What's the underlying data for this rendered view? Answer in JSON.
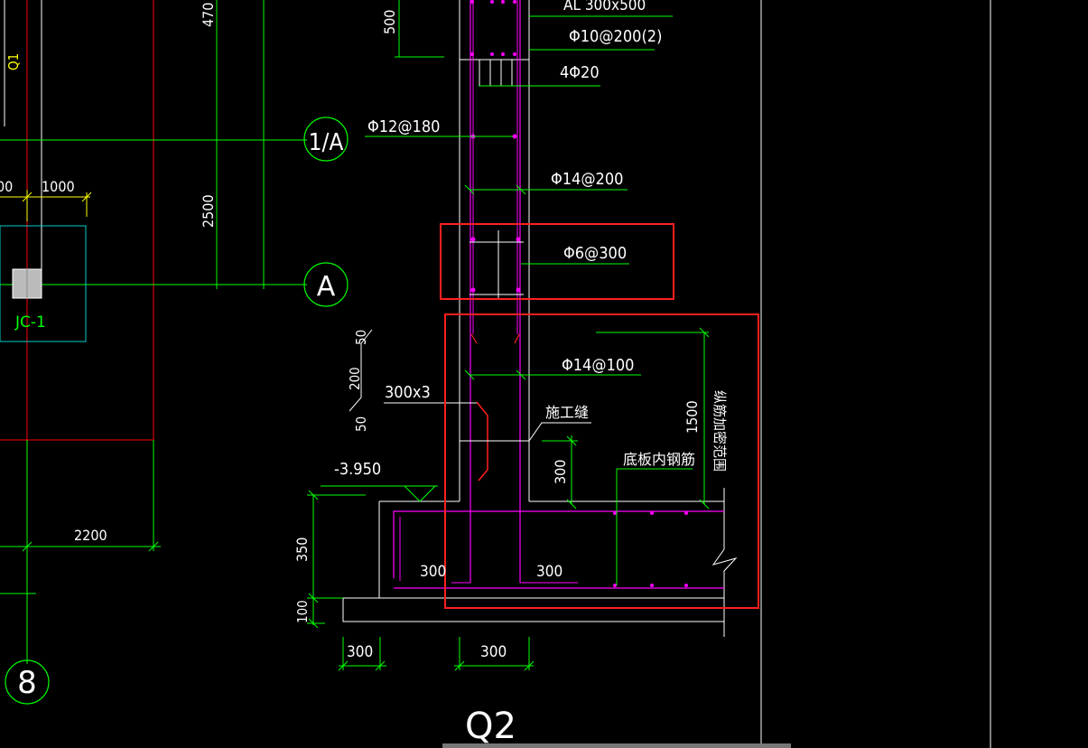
{
  "colors": {
    "background": "#000000",
    "dimension": "#00ff00",
    "rebar": "#ff00ff",
    "axis": "#ff0000",
    "outline": "#ffffff",
    "highlight": "#ff2020",
    "footing": "#00cccc",
    "text": "#ffffff"
  },
  "annotations": {
    "beam": "AL 300x500",
    "stirrup_beam": "Φ10@200(2)",
    "long_bars": "4Φ20",
    "wall_horiz": "Φ12@180",
    "wall_vert_upper": "Φ14@200",
    "tie_bar": "Φ6@300",
    "wall_vert_lower": "Φ14@100",
    "waterstop": "300x3",
    "construction_joint": "施工缝",
    "bottom_rebar": "底板内钢筋",
    "dense_zone": "纵筋加密范围",
    "elevation": "-3.950",
    "section_name": "Q2"
  },
  "dimensions": {
    "d500": "500",
    "d470": "470",
    "d2500": "2500",
    "d1000": "1000",
    "d00": "00",
    "d2200": "2200",
    "d50a": "50",
    "d200": "200",
    "d50b": "50",
    "d1500": "1500",
    "d300_joint": "300",
    "d350": "350",
    "d100": "100",
    "d300_left_bar": "300",
    "d300_right_bar": "300",
    "d300_bottom_a": "300",
    "d300_bottom_b": "300"
  },
  "labels": {
    "wall_q1": "Q1",
    "footing_jc1": "JC-1",
    "axis_1a": "1/A",
    "axis_a": "A",
    "axis_8": "8"
  }
}
